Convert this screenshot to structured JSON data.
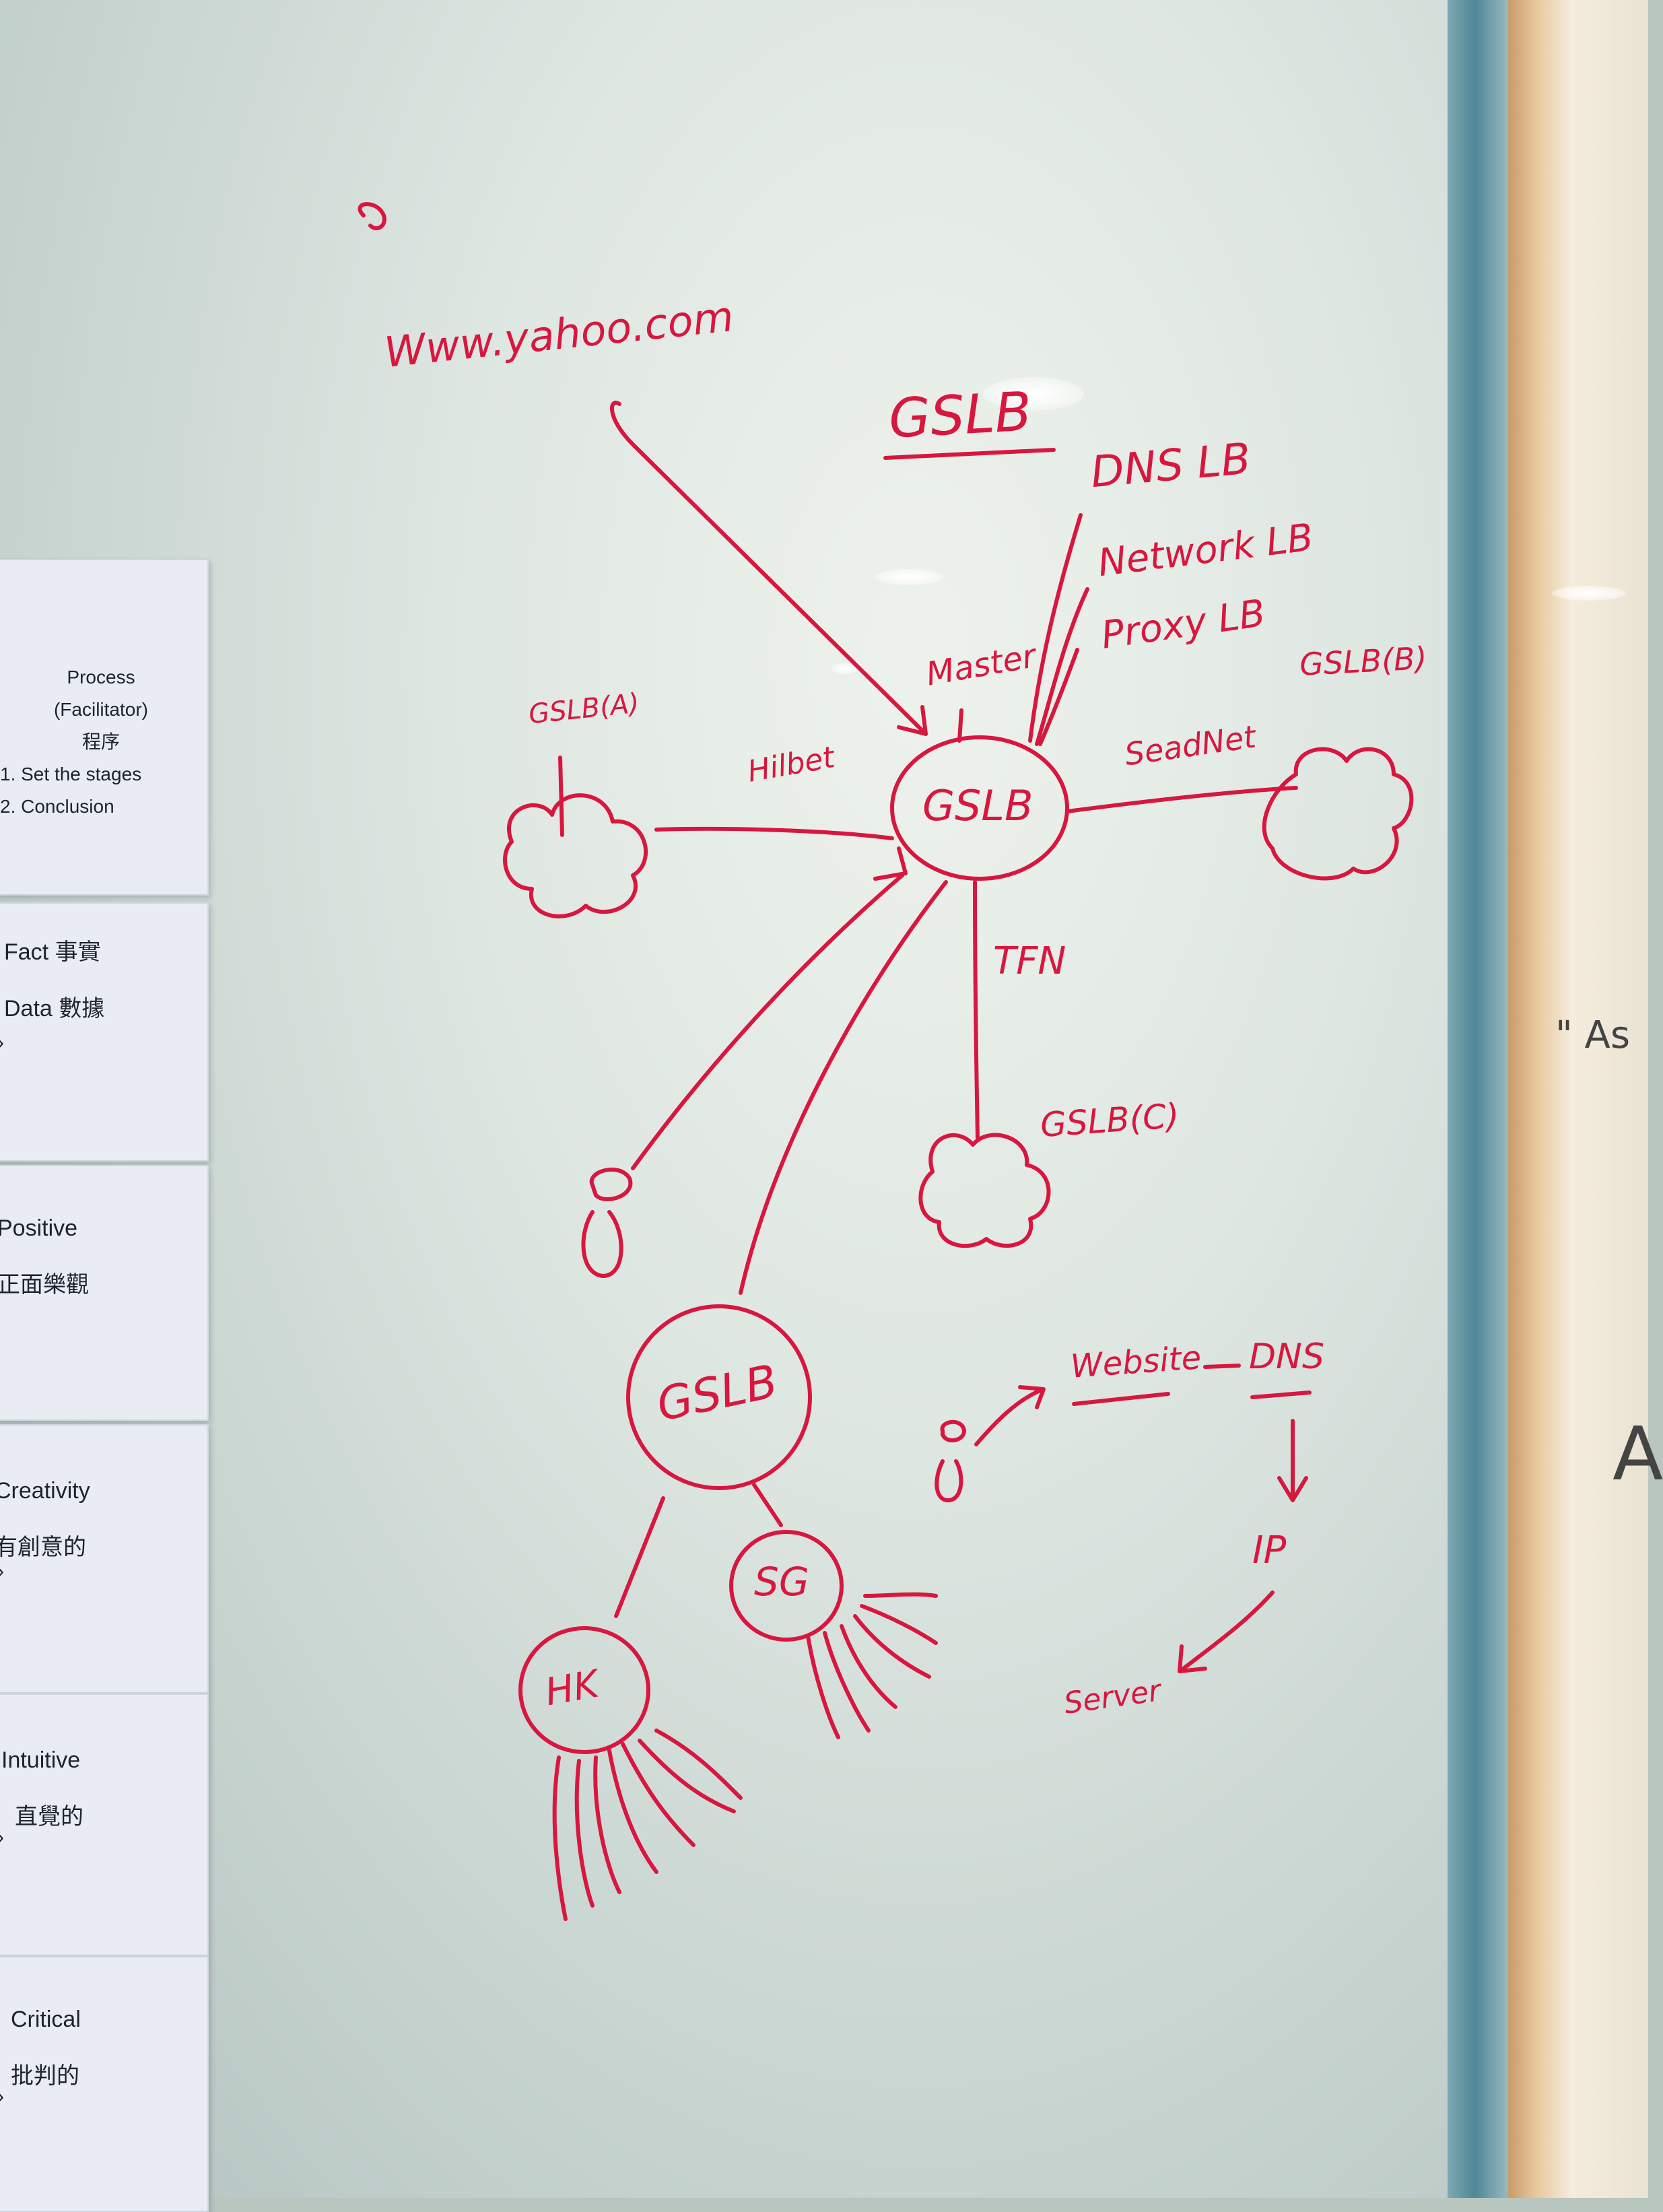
{
  "notes": [
    {
      "lines": [
        "Process",
        "(Facilitator)",
        "程序",
        "1.  Set the stages",
        "2.  Conclusion"
      ]
    },
    {
      "lines": [
        "Fact 事實",
        "Data 數據"
      ]
    },
    {
      "lines": [
        "Positive",
        "正面樂觀"
      ]
    },
    {
      "lines": [
        "Creativity",
        "有創意的"
      ]
    },
    {
      "lines": [
        "Intuitive",
        "直覺的"
      ]
    },
    {
      "lines": [
        "Critical",
        "批判的"
      ]
    }
  ],
  "whiteboard": {
    "url": "Www.yahoo.com",
    "title": "GSLB",
    "lb_types": [
      "DNS LB",
      "Network LB",
      "Proxy LB"
    ],
    "hub_label": "GSLB",
    "master_label": "Master",
    "gslb_a": "GSLB(A)",
    "gslb_b": "GSLB(B)",
    "gslb_c": "GSLB(C)",
    "link_a": "Hilbet",
    "link_b": "SeadNet",
    "link_c": "TFN",
    "lower_gslb": "GSLB",
    "hk": "HK",
    "sg": "SG",
    "flow": [
      "Website",
      "DNS",
      "IP",
      "Server"
    ]
  },
  "wall_text": [
    "\" As",
    "A"
  ],
  "colors": {
    "marker": "#d8173f",
    "board": "#dfe7e2",
    "note": "#e9edf3"
  }
}
